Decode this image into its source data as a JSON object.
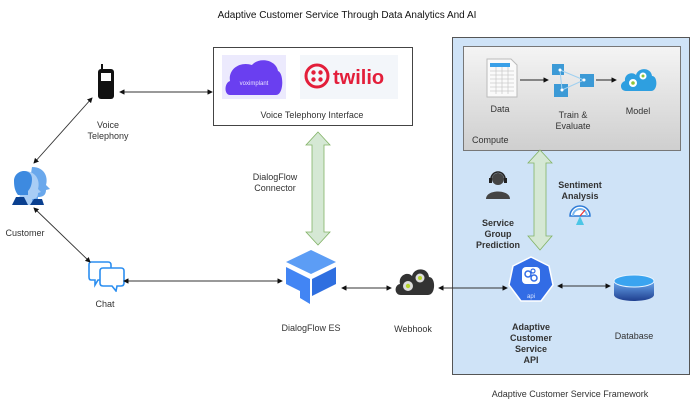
{
  "title": "Adaptive Customer Service Through Data Analytics And AI",
  "nodes": {
    "customer": "Customer",
    "voice_telephony": "Voice\nTelephony",
    "voice_telephony_l1": "Voice",
    "voice_telephony_l2": "Telephony",
    "chat": "Chat",
    "vti": {
      "label": "Voice Telephony Interface",
      "vendors": [
        "voximplant",
        "twilio"
      ]
    },
    "dialogflow_connector_l1": "DialogFlow",
    "dialogflow_connector_l2": "Connector",
    "dialogflow_es": "DialogFlow ES",
    "webhook": "Webhook",
    "framework": {
      "label": "Adaptive Customer Service Framework",
      "compute": {
        "label": "Compute",
        "data": "Data",
        "train_l1": "Train &",
        "train_l2": "Evaluate",
        "model": "Model"
      },
      "service_group_l1": "Service",
      "service_group_l2": "Group",
      "service_group_l3": "Prediction",
      "sentiment_l1": "Sentiment",
      "sentiment_l2": "Analysis",
      "api_l1": "Adaptive",
      "api_l2": "Customer",
      "api_l3": "Service",
      "api_l4": "API",
      "api_badge": "api",
      "database": "Database"
    }
  },
  "colors": {
    "framework_bg": "#cfe3f7",
    "compute_bg": "#e4e4e4",
    "connector_arrow": "#d5e8d4",
    "dialogflow_blue": "#4285f4",
    "api_blue": "#326ce5",
    "twilio_red": "#e31e3a",
    "voximplant_purple": "#6b3cf0"
  }
}
